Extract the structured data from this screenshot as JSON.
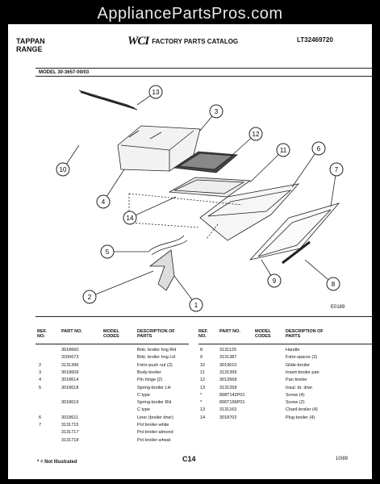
{
  "watermark": "AppliancePartsPros.com",
  "header": {
    "brand_line1": "TAPPAN",
    "brand_line2": "RANGE",
    "logo": "WCI",
    "catalog_title": "FACTORY PARTS CATALOG",
    "catalog_code": "LT32469720",
    "model": "MODEL 30-3657-00/03"
  },
  "diagram": {
    "figure_code": "E0189",
    "callouts": [
      "1",
      "2",
      "3",
      "4",
      "5",
      "6",
      "7",
      "8",
      "9",
      "10",
      "11",
      "12",
      "13",
      "14"
    ]
  },
  "table": {
    "headers": {
      "ref": "REF. NO.",
      "part": "PART NO.",
      "model": "MODEL CODES",
      "desc": "DESCRIPTION OF PARTS"
    },
    "left_rows": [
      {
        "ref": "",
        "part": "3018660",
        "model": "",
        "desc": "Brkt. broiler hng RH"
      },
      {
        "ref": "",
        "part": "3200673",
        "model": "",
        "desc": "Brkt. broiler hng LH"
      },
      {
        "ref": "2",
        "part": "3131396",
        "model": "",
        "desc": "Fstnr-push nut (2)"
      },
      {
        "ref": "3",
        "part": "3018609",
        "model": "",
        "desc": "Body-broiler"
      },
      {
        "ref": "4",
        "part": "3018614",
        "model": "",
        "desc": "Pin hinge (2)"
      },
      {
        "ref": "5",
        "part": "3018618",
        "model": "",
        "desc": "Spring-broiler LH"
      },
      {
        "ref": "",
        "part": "",
        "model": "",
        "desc": "C type"
      },
      {
        "ref": "",
        "part": "3018619",
        "model": "",
        "desc": "Spring-broiler RH"
      },
      {
        "ref": "",
        "part": "",
        "model": "",
        "desc": "C type"
      },
      {
        "ref": "6",
        "part": "3018611",
        "model": "",
        "desc": "Liner (broiler drwr)"
      },
      {
        "ref": "7",
        "part": "3131715",
        "model": "",
        "desc": "Pnl broiler-white"
      },
      {
        "ref": "",
        "part": "3131717",
        "model": "",
        "desc": "Pnl broiler-almond"
      },
      {
        "ref": "",
        "part": "3131718",
        "model": "",
        "desc": "Pnl broiler-wheat"
      }
    ],
    "right_rows": [
      {
        "ref": "8",
        "part": "3131125",
        "model": "",
        "desc": "Handle"
      },
      {
        "ref": "9",
        "part": "3131387",
        "model": "",
        "desc": "Fstnr-spacer (2)"
      },
      {
        "ref": "10",
        "part": "3019610",
        "model": "",
        "desc": "Glide-broiler"
      },
      {
        "ref": "11",
        "part": "3131399",
        "model": "",
        "desc": "Insert-broiler pan"
      },
      {
        "ref": "12",
        "part": "3013568",
        "model": "",
        "desc": "Pan broiler"
      },
      {
        "ref": "13",
        "part": "3131258",
        "model": "",
        "desc": "Insul. br. drwr."
      },
      {
        "ref": "*",
        "part": "898T142P01",
        "model": "",
        "desc": "Screw (4)"
      },
      {
        "ref": "*",
        "part": "896T166P01",
        "model": "",
        "desc": "Screw (2)"
      },
      {
        "ref": "13",
        "part": "3131163",
        "model": "",
        "desc": "Chanl-broiler (4)"
      },
      {
        "ref": "14",
        "part": "3018702",
        "model": "",
        "desc": "Plug broiler (4)"
      }
    ]
  },
  "footer": {
    "note": "* = Not Illustrated",
    "page": "C14",
    "date": "10/89"
  }
}
